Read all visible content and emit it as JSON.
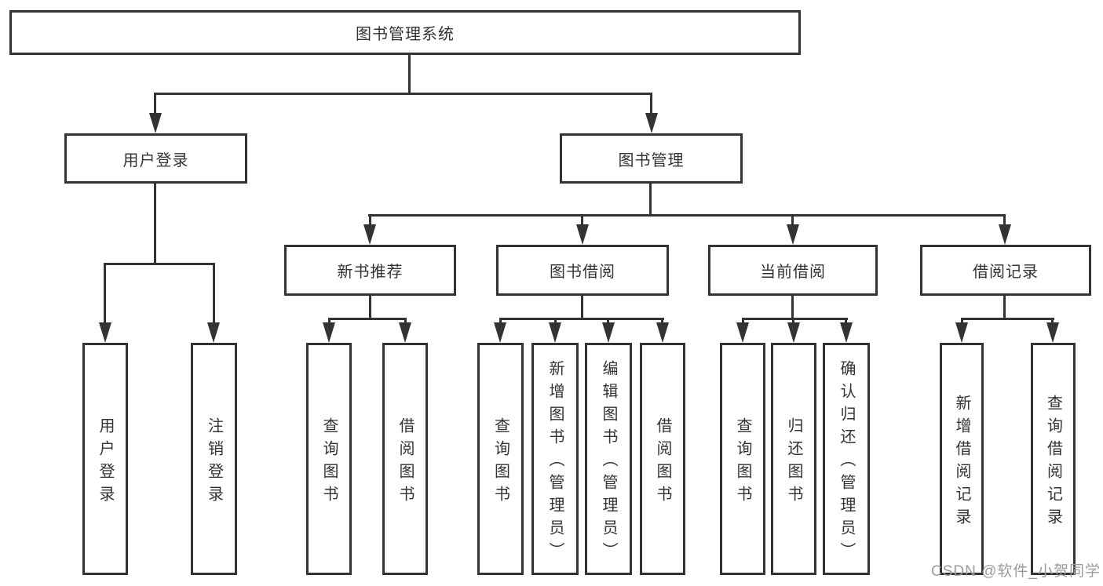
{
  "colors": {
    "line": "#333333",
    "text": "#333333",
    "watermark": "#9b9b9b",
    "background": "#ffffff"
  },
  "tree": {
    "root": {
      "label": "图书管理系统"
    },
    "level2": [
      {
        "label": "用户登录",
        "children": [
          {
            "label": "用户登录"
          },
          {
            "label": "注销登录"
          }
        ]
      },
      {
        "label": "图书管理",
        "children": [
          {
            "label": "新书推荐",
            "children": [
              {
                "label": "查询图书"
              },
              {
                "label": "借阅图书"
              }
            ]
          },
          {
            "label": "图书借阅",
            "children": [
              {
                "label": "查询图书"
              },
              {
                "label": "新增图书（管理员）"
              },
              {
                "label": "编辑图书（管理员）"
              },
              {
                "label": "借阅图书"
              }
            ]
          },
          {
            "label": "当前借阅",
            "children": [
              {
                "label": "查询图书"
              },
              {
                "label": "归还图书"
              },
              {
                "label": "确认归还（管理员）"
              }
            ]
          },
          {
            "label": "借阅记录",
            "children": [
              {
                "label": "新增借阅记录"
              },
              {
                "label": "查询借阅记录"
              }
            ]
          }
        ]
      }
    ]
  },
  "watermark": {
    "text": "CSDN @软件_小贺同学"
  }
}
